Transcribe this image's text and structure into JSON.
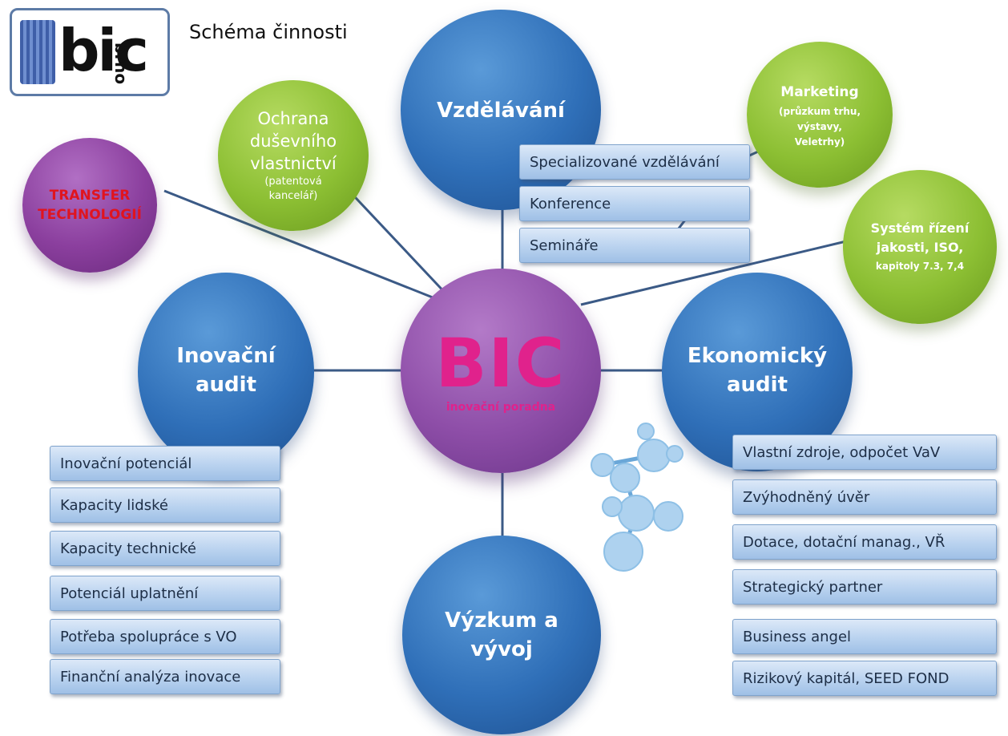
{
  "header": {
    "logo_text": "bic",
    "logo_subtext": "brno",
    "title": "Schéma činnosti"
  },
  "center": {
    "title": "BIC",
    "subtitle": "inovační poradna"
  },
  "nodes": {
    "transfer": "TRANSFER TECHNOLOGIÍ",
    "ochrana_line1": "Ochrana",
    "ochrana_line2": "duševního",
    "ochrana_line3": "vlastnictví",
    "ochrana_sub": "(patentová kancelář)",
    "vzdelavani": "Vzdělávání",
    "marketing": "Marketing",
    "marketing_sub": "(průzkum trhu, výstavy, Veletrhy)",
    "jakost_line1": "Systém řízení",
    "jakost_line2": "jakosti, ISO,",
    "jakost_sub": "kapitoly 7.3, 7,4",
    "inovacni_line1": "Inovační",
    "inovacni_line2": "audit",
    "ekonomicky_line1": "Ekonomický",
    "ekonomicky_line2": "audit",
    "vyzkum_line1": "Výzkum a",
    "vyzkum_line2": "vývoj"
  },
  "vzdelavani_items": [
    "Specializované vzdělávání",
    "Konference",
    "Semináře"
  ],
  "inovacni_items": [
    "Inovační potenciál",
    "Kapacity lidské",
    "Kapacity technické",
    "Potenciál uplatnění",
    "Potřeba spolupráce s VO",
    "Finanční analýza inovace"
  ],
  "ekonomicky_items": [
    "Vlastní zdroje, odpočet VaV",
    "Zvýhodněný úvěr",
    "Dotace, dotační manag., VŘ",
    "Strategický partner",
    "Business angel",
    "Rizikový kapitál, SEED FOND"
  ],
  "colors": {
    "center_title": "#e0228c",
    "transfer_text": "#e0141e",
    "blue_node": "#2f6fb8",
    "green_node": "#8cbf33",
    "purple_node": "#8b3f9e",
    "connector": "#3b5a86"
  }
}
